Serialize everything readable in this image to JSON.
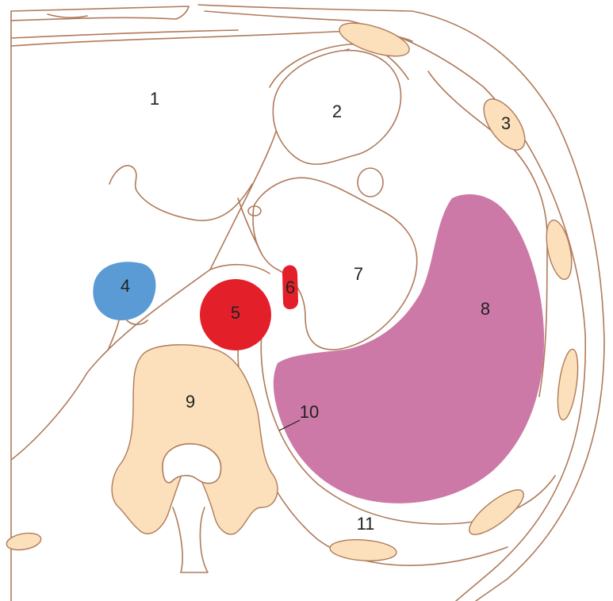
{
  "colors": {
    "outline": "#b07a5a",
    "bone": "#fbe0bb",
    "vein": "#5b9bd5",
    "artery": "#e3202a",
    "organ": "#cc79a7",
    "label_text": "#222222"
  },
  "labels": {
    "n1": "1",
    "n2": "2",
    "n3": "3",
    "n4": "4",
    "n5": "5",
    "n6": "6",
    "n7": "7",
    "n8": "8",
    "n9": "9",
    "n10": "10",
    "n11": "11"
  }
}
